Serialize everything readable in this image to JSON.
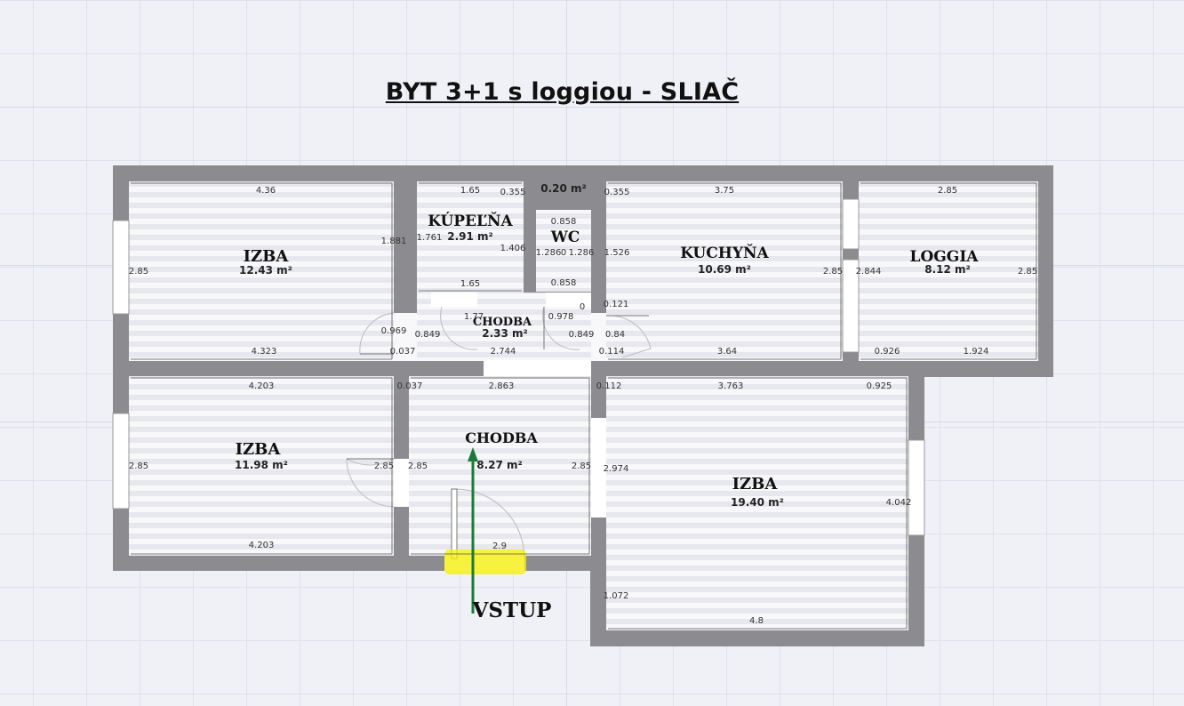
{
  "title": "BYT 3+1 s loggiou - SLIAČ",
  "entrance_label": "VSTUP",
  "colors": {
    "wall": "#8c8c90",
    "floor": "#f8f8fb",
    "floor_stripe": "#e6e7ec",
    "entrance_highlight": "#f5f000",
    "entrance_arrow": "#1a7a3a"
  },
  "rooms": {
    "izba_1": {
      "name": "IZBA",
      "area": "12.43 m²"
    },
    "kupelna": {
      "name": "KÚPEĽŇA",
      "area": "2.91 m²"
    },
    "wc": {
      "name": "WC",
      "area": "0.20 m²"
    },
    "kuchyna": {
      "name": "KUCHYŇA",
      "area": "10.69 m²"
    },
    "loggia": {
      "name": "LOGGIA",
      "area": "8.12 m²"
    },
    "chodba_small": {
      "name": "CHODBA",
      "area": "2.33 m²"
    },
    "izba_2": {
      "name": "IZBA",
      "area": "11.98 m²"
    },
    "chodba": {
      "name": "CHODBA",
      "area": "8.27 m²"
    },
    "izba_3": {
      "name": "IZBA",
      "area": "19.40 m²"
    }
  },
  "dimensions": {
    "izba1_top": "4.36",
    "izba1_bottom": "4.323",
    "izba1_left": "2.85",
    "izba1_right": "1.881",
    "kupelna_top": "1.65",
    "kupelna_bottom": "1.65",
    "kupelna_left": "1.761",
    "kupelna_right": "1.406",
    "dim_0355_a": "0.355",
    "dim_0355_b": "0.355",
    "wc_top": "0.858",
    "wc_bottom": "0.858",
    "wc_left": "1.286",
    "wc_right": "1.286",
    "kuchyna_top": "3.75",
    "kuchyna_bottom": "3.64",
    "kuchyna_left": "1.526",
    "kuchyna_right": "2.85",
    "loggia_top": "2.85",
    "loggia_left": "2.844",
    "loggia_right": "2.85",
    "loggia_bottom_a": "0.926",
    "loggia_bottom_b": "1.924",
    "chodba_s_top": "1.77",
    "chodba_s_bottom": "2.744",
    "chodba_s_left": "0.849",
    "chodba_s_right": "0.849",
    "chodba_s_mid": "0.978",
    "dim_0969": "0.969",
    "dim_0037_a": "0.037",
    "dim_0037_b": "0.037",
    "dim_084": "0.84",
    "dim_0121": "0.121",
    "dim_0114": "0.114",
    "dim_0112": "0.112",
    "dim_0_a": "0",
    "dim_0_b": "0",
    "izba2_top": "4.203",
    "izba2_bottom": "4.203",
    "izba2_left": "2.85",
    "izba2_right": "2.85",
    "chodba_top": "2.863",
    "chodba_bottom": "2.9",
    "chodba_left": "2.85",
    "chodba_right": "2.85",
    "izba3_top": "3.763",
    "izba3_top_b": "0.925",
    "izba3_left": "2.974",
    "izba3_right": "4.042",
    "izba3_bottom": "4.8",
    "izba3_left_b": "1.072"
  }
}
